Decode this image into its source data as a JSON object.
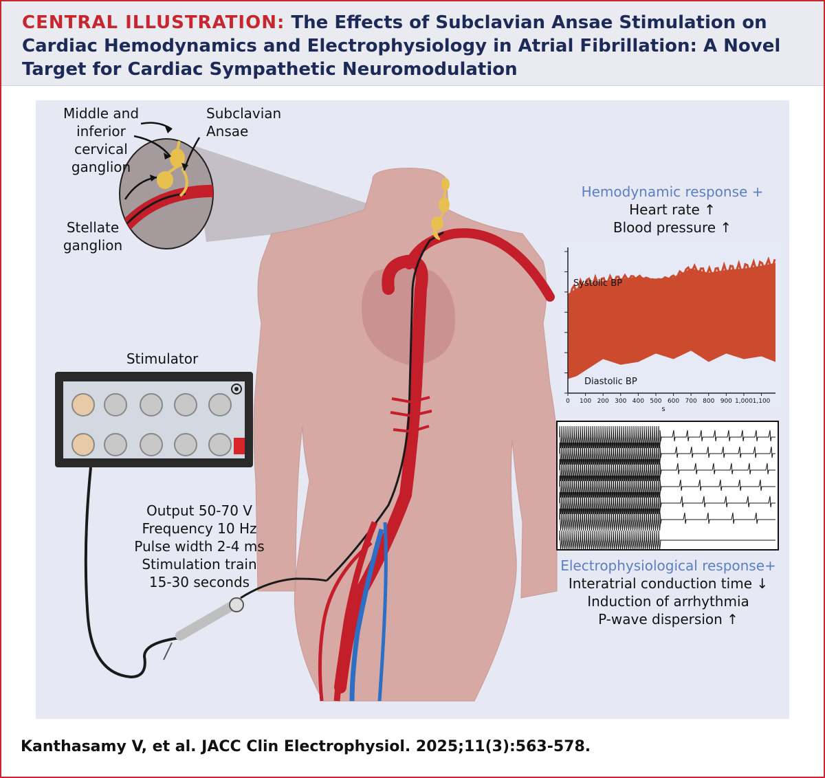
{
  "header": {
    "kicker": "CENTRAL ILLUSTRATION:",
    "title": "The Effects of Subclavian Ansae Stimulation on Cardiac Hemodynamics and Electrophysiology in Atrial Fibrillation: A Novel Target for Cardiac Sympathetic Neuromodulation"
  },
  "labels": {
    "middle_inferior": [
      "Middle and",
      "inferior",
      "cervical",
      "ganglion"
    ],
    "subclavian": [
      "Subclavian",
      "Ansae"
    ],
    "stellate": [
      "Stellate",
      "ganglion"
    ],
    "stimulator": "Stimulator",
    "settings": [
      "Output 50-70 V",
      "Frequency 10 Hz",
      "Pulse width 2-4 ms",
      "Stimulation train",
      "15-30 seconds"
    ]
  },
  "hemodynamic": {
    "heading": "Hemodynamic response +",
    "lines": [
      "Heart rate ↑",
      "Blood pressure ↑"
    ]
  },
  "electro": {
    "heading": "Electrophysiological response+",
    "lines": [
      "Interatrial conduction time ↓",
      "Induction of arrhythmia",
      "P-wave dispersion ↑"
    ]
  },
  "chart_data": {
    "type": "area",
    "title": "",
    "xlabel": "s",
    "ylabel": "",
    "xlim": [
      0,
      1180
    ],
    "xticks": [
      "0",
      "100",
      "200",
      "300",
      "400",
      "500",
      "600",
      "700",
      "800",
      "900",
      "1,000",
      "1,100"
    ],
    "annotations": [
      "Systolic BP",
      "Diastolic BP"
    ],
    "series": [
      {
        "name": "Systolic BP",
        "x": [
          0,
          50,
          100,
          200,
          300,
          400,
          500,
          600,
          700,
          800,
          900,
          1000,
          1100,
          1180
        ],
        "values": [
          0.7,
          0.74,
          0.78,
          0.79,
          0.81,
          0.82,
          0.8,
          0.82,
          0.88,
          0.85,
          0.87,
          0.88,
          0.9,
          0.92
        ]
      },
      {
        "name": "Diastolic BP",
        "x": [
          0,
          50,
          100,
          200,
          300,
          400,
          500,
          600,
          700,
          800,
          900,
          1000,
          1100,
          1180
        ],
        "values": [
          0.1,
          0.12,
          0.16,
          0.24,
          0.2,
          0.22,
          0.28,
          0.24,
          0.3,
          0.22,
          0.28,
          0.24,
          0.26,
          0.22
        ]
      }
    ],
    "grid": false,
    "color": "#cc4b2e"
  },
  "citation": "Kanthasamy V, et al. JACC Clin Electrophysiol. 2025;11(3):563-578."
}
